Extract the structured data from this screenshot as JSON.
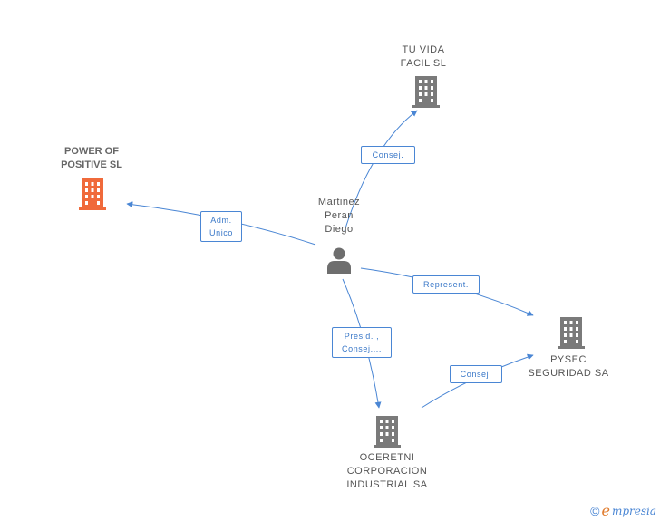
{
  "colors": {
    "edge": "#4a86d4",
    "building": "#7a7a7a",
    "building_main": "#f06a3b",
    "person": "#6e6e6e"
  },
  "nodes": {
    "person": {
      "lines": [
        "Martinez",
        "Peran",
        "Diego"
      ],
      "icon": "person-icon"
    },
    "power": {
      "lines": [
        "POWER OF",
        "POSITIVE  SL"
      ],
      "icon": "building-icon"
    },
    "tuvida": {
      "lines": [
        "TU VIDA",
        "FACIL SL"
      ],
      "icon": "building-icon"
    },
    "pysec": {
      "lines": [
        "PYSEC",
        "SEGURIDAD SA"
      ],
      "icon": "building-icon"
    },
    "ocer": {
      "lines": [
        "OCERETNI",
        "CORPORACION",
        "INDUSTRIAL SA"
      ],
      "icon": "building-icon"
    }
  },
  "edges": {
    "power": {
      "lines": [
        "Adm.",
        "Unico"
      ]
    },
    "tuvida": {
      "lines": [
        "Consej."
      ]
    },
    "pysec_rep": {
      "lines": [
        "Represent."
      ]
    },
    "ocer": {
      "lines": [
        "Presid. ,",
        "Consej...."
      ]
    },
    "pysec_consej": {
      "lines": [
        "Consej."
      ]
    }
  },
  "footer": {
    "copyright": "©",
    "brand_e": "e",
    "brand_rest": "mpresia"
  }
}
